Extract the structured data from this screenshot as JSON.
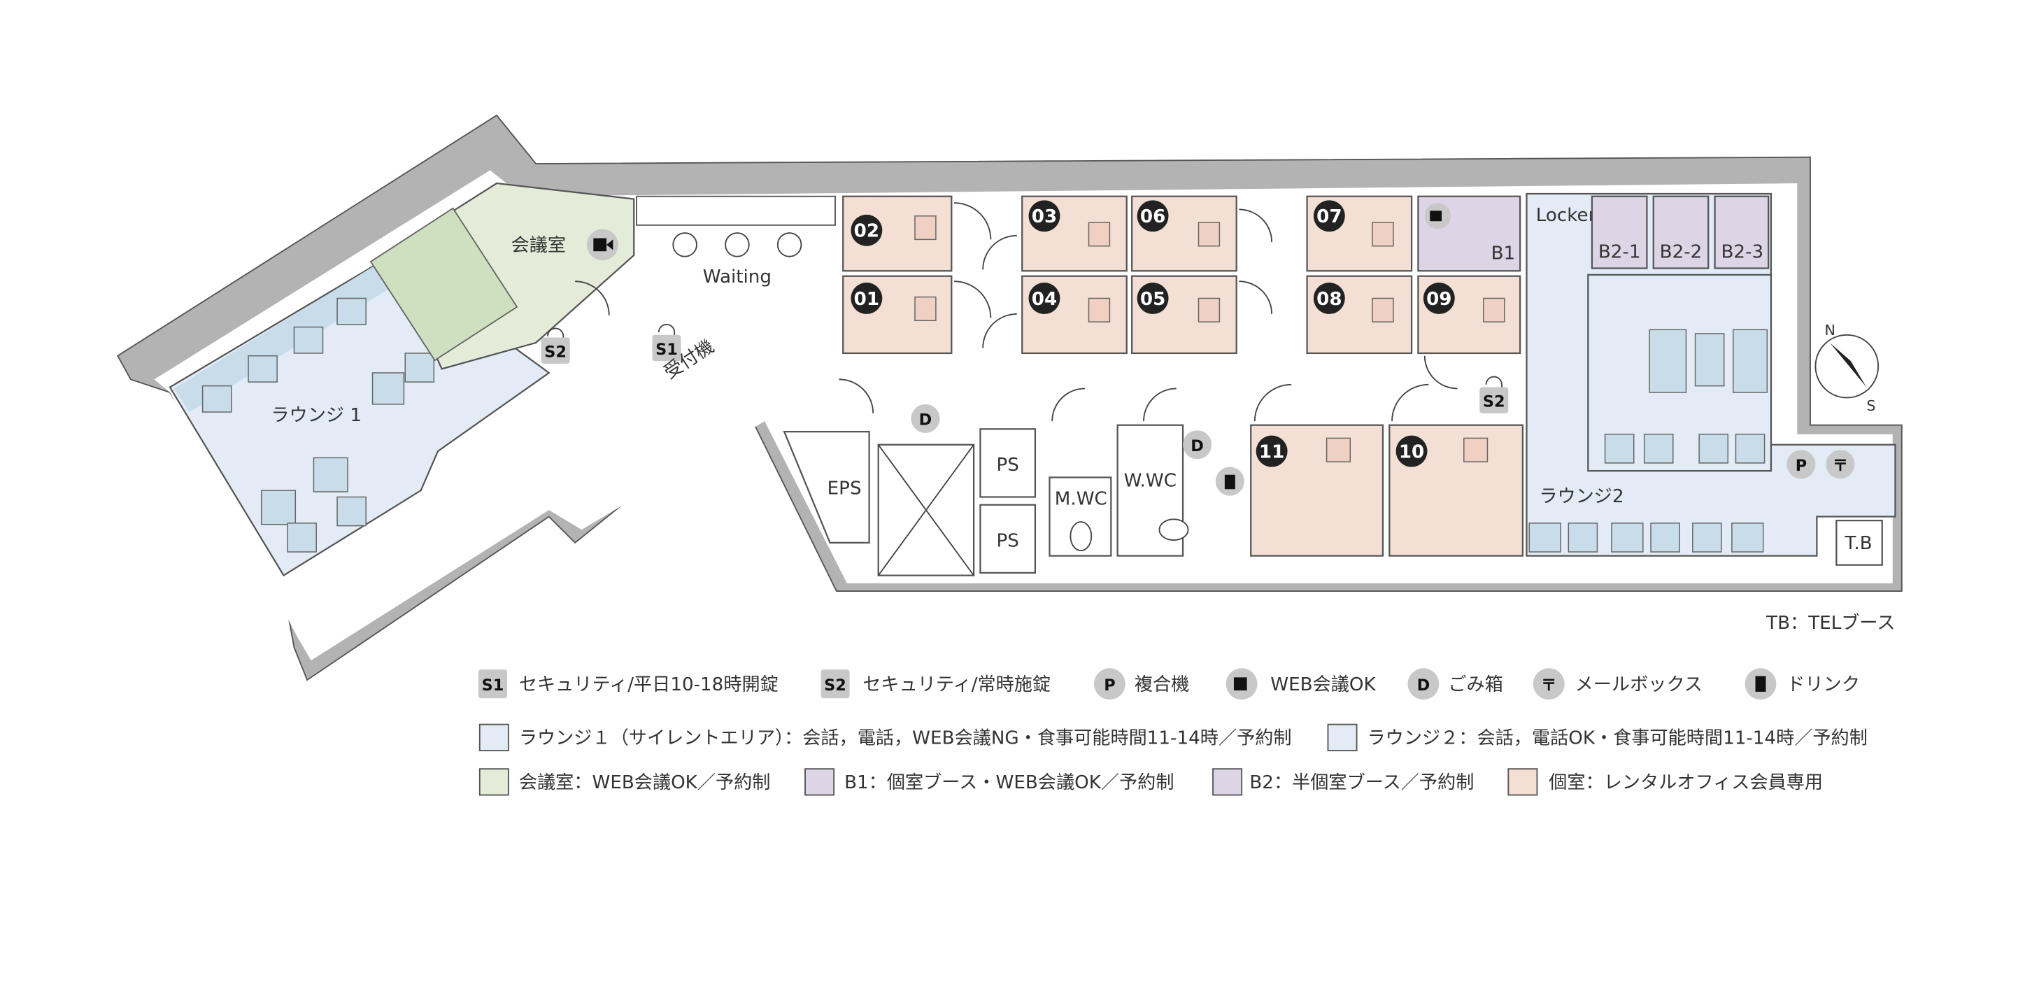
{
  "rooms": {
    "meeting_room": "会議室",
    "waiting": "Waiting",
    "lounge1": "ラウンジ 1",
    "lounge2": "ラウンジ2",
    "reception": "受付機",
    "eps": "EPS",
    "ps": "PS",
    "mwc": "M.WC",
    "wwc": "W.WC",
    "locker": "Locker",
    "b1": "B1",
    "b2_1": "B2-1",
    "b2_2": "B2-2",
    "b2_3": "B2-3",
    "tb": "T.B",
    "booths": [
      "01",
      "02",
      "03",
      "04",
      "05",
      "06",
      "07",
      "08",
      "09",
      "10",
      "11"
    ]
  },
  "markers": {
    "s1": "S1",
    "s2": "S2",
    "d": "D",
    "p": "P",
    "post": "〒"
  },
  "compass": {
    "n": "N",
    "s": "S"
  },
  "tb_note": "TB：TELブース",
  "legend": {
    "icons": [
      {
        "icon": "security-lock-s1",
        "badge": "S1",
        "label": "セキュリティ/平日10-18時開錠"
      },
      {
        "icon": "security-lock-s2",
        "badge": "S2",
        "label": "セキュリティ/常時施錠"
      },
      {
        "icon": "printer",
        "badge": "P",
        "label": "複合機"
      },
      {
        "icon": "video-camera",
        "badge": "",
        "label": "WEB会議OK"
      },
      {
        "icon": "trash",
        "badge": "D",
        "label": "ごみ箱"
      },
      {
        "icon": "mailbox",
        "badge": "〒",
        "label": "メールボックス"
      },
      {
        "icon": "drink",
        "badge": "",
        "label": "ドリンク"
      }
    ],
    "areas": [
      {
        "color": "#e3ecf6",
        "label": "ラウンジ１（サイレントエリア）：会話，電話，WEB会議NG・食事可能時間11-14時／予約制"
      },
      {
        "color": "#e3ecf6",
        "label": "ラウンジ２：会話，電話OK・食事可能時間11-14時／予約制"
      },
      {
        "color": "#e4ecd9",
        "label": "会議室：WEB会議OK／予約制"
      },
      {
        "color": "#ddd5e6",
        "label": "B1：個室ブース・WEB会議OK／予約制"
      },
      {
        "color": "#ddd5e6",
        "label": "B2：半個室ブース／予約制"
      },
      {
        "color": "#f3dfd3",
        "label": "個室：レンタルオフィス会員専用"
      }
    ]
  }
}
